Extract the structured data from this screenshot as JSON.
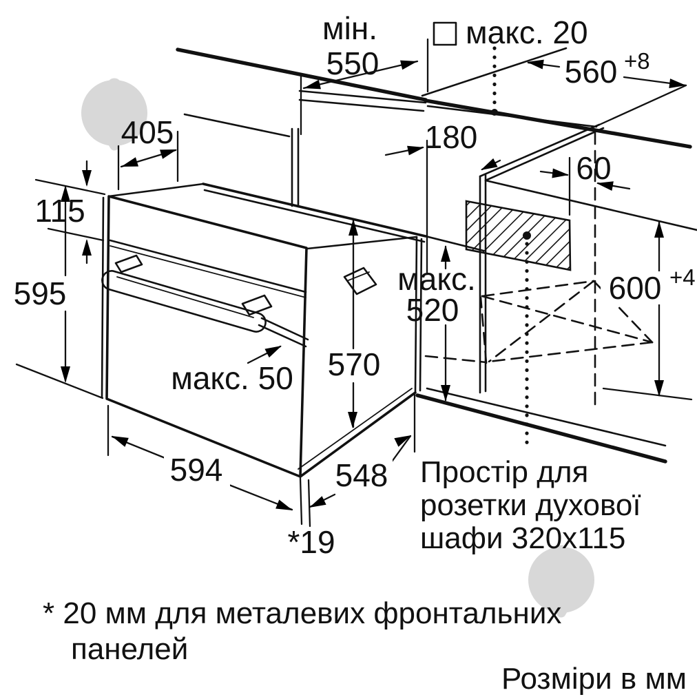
{
  "colors": {
    "line": "#111111",
    "background": "#ffffff",
    "watermark": "#d8d8d8"
  },
  "dimensions": {
    "min_550": {
      "word": "мін.",
      "value": "550"
    },
    "max_20": {
      "label": "макс. 20"
    },
    "niche_width_560": {
      "value": "560",
      "tolerance": "+8"
    },
    "top_depth_405": {
      "value": "405"
    },
    "panel_height_115": {
      "value": "115"
    },
    "front_height_595": {
      "value": "595"
    },
    "rear_clearance_180": {
      "value": "180"
    },
    "socket_offset_60": {
      "value": "60"
    },
    "niche_height_600": {
      "value": "600",
      "tolerance": "+4"
    },
    "max_520": {
      "word": "макс.",
      "value": "520"
    },
    "body_height_570": {
      "value": "570"
    },
    "max_50": {
      "label": "макс. 50"
    },
    "front_width_594": {
      "value": "594"
    },
    "body_depth_548": {
      "value": "548"
    },
    "overlap_19": {
      "label": "*19"
    }
  },
  "notes": {
    "socket_space": {
      "line1": "Простір для",
      "line2": "розетки духової",
      "line3": "шафи 320x115"
    },
    "footnote": {
      "line1": "* 20 мм для металевих фронтальних",
      "line2": "панелей"
    },
    "units": "Розміри в мм"
  }
}
